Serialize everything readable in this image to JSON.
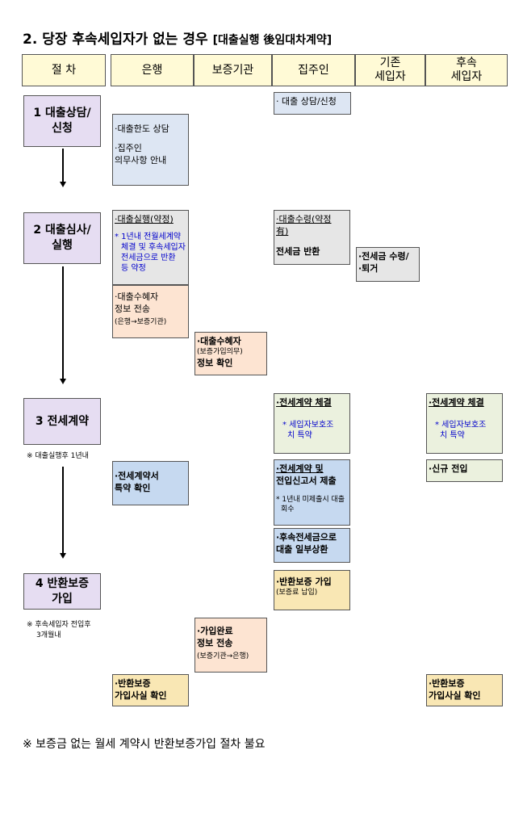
{
  "title": "2. 당장 후속세입자가 없는 경우",
  "subtitle": "[대출실행 後임대차계약]",
  "headers": {
    "procedure": "절    차",
    "bank": "은행",
    "guarantor": "보증기관",
    "landlord": "집주인",
    "existing_tenant_1": "기존",
    "existing_tenant_2": "세입자",
    "next_tenant_1": "후속",
    "next_tenant_2": "세입자"
  },
  "steps": {
    "s1_line1": "1 대출상담/",
    "s1_line2": "신청",
    "s2_line1": "2 대출심사/",
    "s2_line2": "실행",
    "s3": "3 전세계약",
    "s3_note": "※  대출실행후 1년내",
    "s4_line1": "4 반환보증",
    "s4_line2": "가입",
    "s4_note_1": "※ 후속세입자 전입후",
    "s4_note_2": "3개월내"
  },
  "boxes": {
    "landlord_consult": "· 대출 상담/신청",
    "bank_limit": "·대출한도 상담",
    "bank_duty_1": "·집주인",
    "bank_duty_2": "의무사항 안내",
    "bank_exec": "·대출실행(약정)",
    "bank_exec_note_1": "* 1년내 전월세계약",
    "bank_exec_note_2": "체결 및 후속세입자",
    "bank_exec_note_3": "전세금으로 반환",
    "bank_exec_note_4": "등 약정",
    "bank_send_1": "·대출수혜자",
    "bank_send_2": "정보 전송",
    "bank_send_3": "(은행→보증기관)",
    "guar_check_1": "·대출수혜자",
    "guar_check_2": "(보증가입의무)",
    "guar_check_3": "정보 확인",
    "landlord_recv_1": "·대출수령(약정",
    "landlord_recv_2": "有)",
    "landlord_return": "전세금 반환",
    "existing_recv_1": "·전세금 수령/",
    "existing_recv_2": "·퇴거",
    "landlord_contract": "·전세계약 체결",
    "landlord_contract_note_1": "*   세입자보호조",
    "landlord_contract_note_2": "치 특약",
    "next_contract": "·전세계약 체결",
    "next_contract_note_1": "*   세입자보호조",
    "next_contract_note_2": "치 특약",
    "bank_verify_1": "·전세계약서",
    "bank_verify_2": "특약 확인",
    "landlord_submit_1": "·전세계약 및",
    "landlord_submit_2": "전입신고서 제출",
    "landlord_submit_note_1": "* 1년내 미제출시 대출",
    "landlord_submit_note_2": "회수",
    "next_movein": "·신규 전입",
    "landlord_repay_1": "·후속전세금으로",
    "landlord_repay_2": "대출 일부상환",
    "landlord_guar_1": "·반환보증 가입",
    "landlord_guar_2": "(보증료 납입)",
    "guar_done_1": "·가입완료",
    "guar_done_2": "정보 전송",
    "guar_done_3": "(보증기관→은행)",
    "bank_guar_1": "·반환보증",
    "bank_guar_2": "가입사실 확인",
    "next_guar_1": "·반환보증",
    "next_guar_2": "가입사실 확인"
  },
  "footer": "※ 보증금 없는 월세 계약시 반환보증가입 절차 불요"
}
